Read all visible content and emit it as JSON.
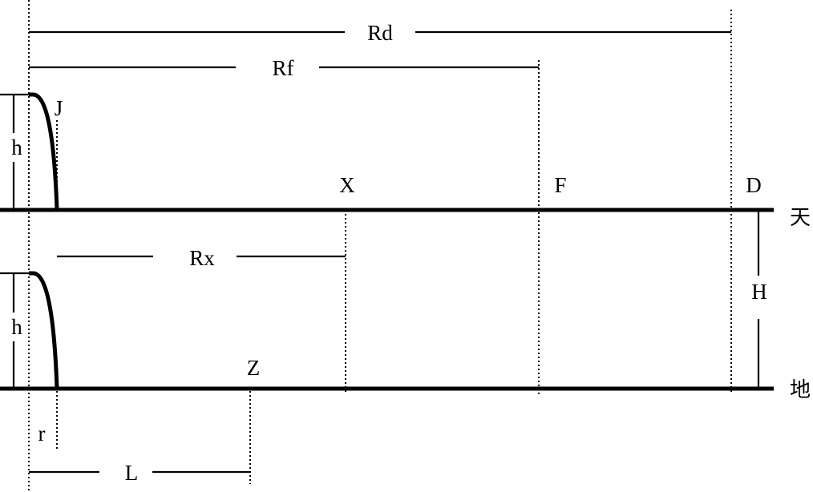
{
  "labels": {
    "rd": "Rd",
    "rf": "Rf",
    "j": "J",
    "h_upper": "h",
    "x": "X",
    "f": "F",
    "d": "D",
    "sky": "天",
    "rx": "Rx",
    "h_lower": "h",
    "big_h": "H",
    "z": "Z",
    "earth": "地",
    "r": "r",
    "l": "L"
  }
}
